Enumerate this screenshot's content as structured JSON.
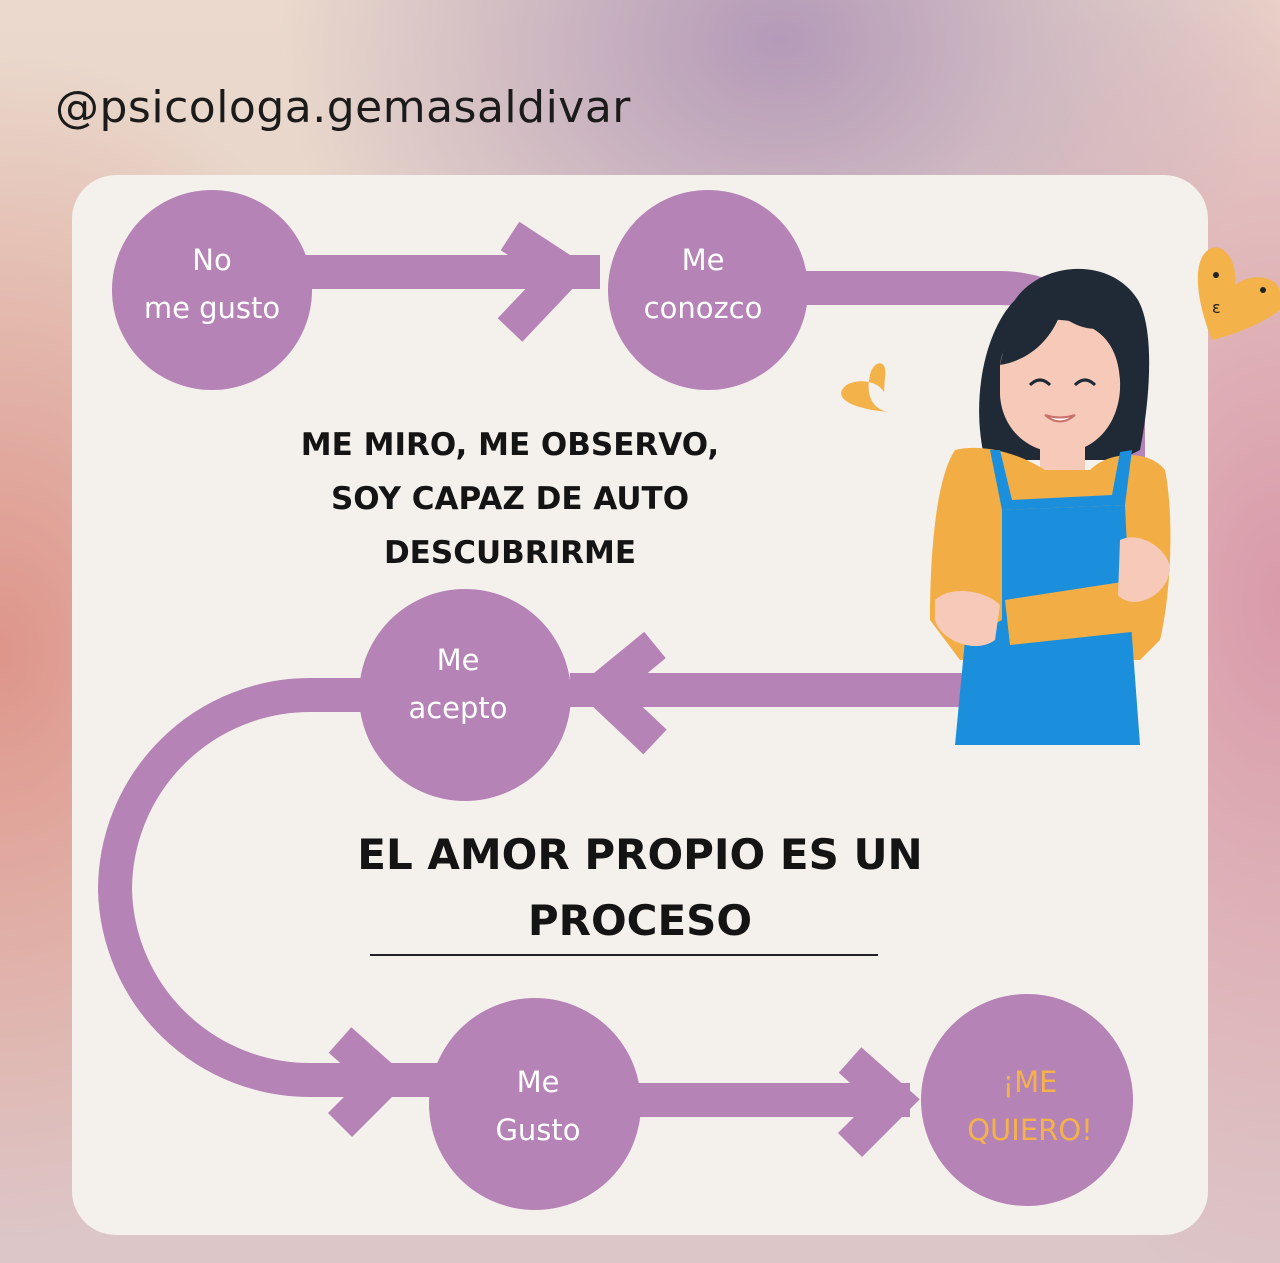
{
  "handle": "@psicologa.gemasaldivar",
  "steps": [
    {
      "line1": "No",
      "line2": "me gusto"
    },
    {
      "line1": "Me",
      "line2": "conozco"
    },
    {
      "line1": "Me",
      "line2": "acepto"
    },
    {
      "line1": "Me",
      "line2": "Gusto"
    },
    {
      "line1": "¡ME",
      "line2": "QUIERO!"
    }
  ],
  "caption_observe": {
    "line1": "ME MIRO, ME OBSERVO,",
    "line2": "SOY CAPAZ DE AUTO",
    "line3": "DESCUBRIRME"
  },
  "title": {
    "line1": "EL AMOR PROPIO ES UN",
    "line2": "PROCESO"
  },
  "colors": {
    "path": "#b583b5",
    "accent": "#f4b24a",
    "card": "#f4f0ec",
    "text": "#141414"
  }
}
